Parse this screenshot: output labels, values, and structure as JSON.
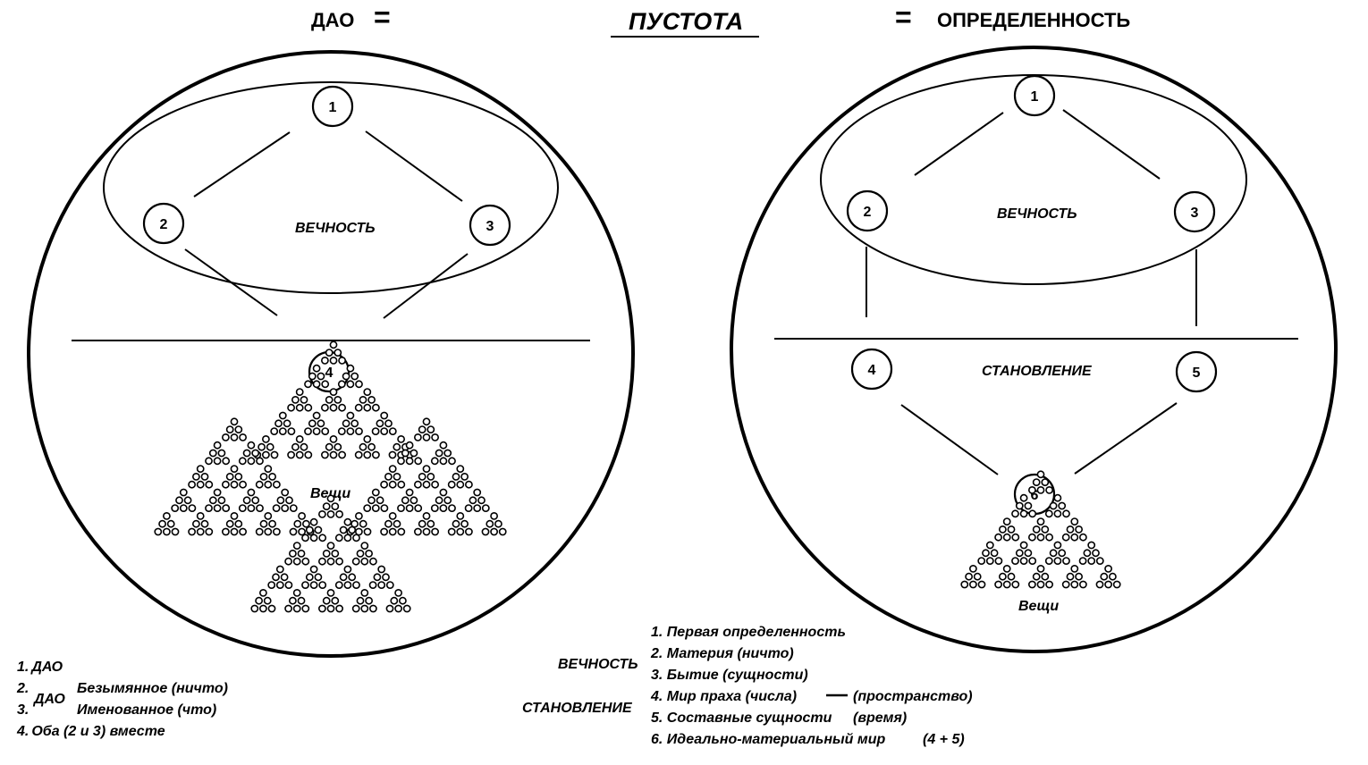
{
  "header": {
    "left": "ДАО",
    "center": "ПУСТОТА",
    "right": "ОПРЕДЕЛЕННОСТЬ",
    "equals_sign": "="
  },
  "left_circle": {
    "region_label": "ВЕЧНОСТЬ",
    "things_label": "Вещи",
    "nodes": [
      "1",
      "2",
      "3",
      "4"
    ]
  },
  "right_circle": {
    "region_label_top": "ВЕЧНОСТЬ",
    "region_label_bottom": "СТАНОВЛЕНИЕ",
    "things_label": "Вещи",
    "nodes": [
      "1",
      "2",
      "3",
      "4",
      "5",
      "6"
    ]
  },
  "left_legend": {
    "group_label": "ДАО",
    "items": [
      {
        "num": "1.",
        "text": "ДАО"
      },
      {
        "num": "2.",
        "text": "Безымянное (ничто)"
      },
      {
        "num": "3.",
        "text": "Именованное (что)"
      },
      {
        "num": "4.",
        "text": "Оба (2 и 3) вместе"
      }
    ]
  },
  "right_legend": {
    "group_top": "ВЕЧНОСТЬ",
    "group_bottom": "СТАНОВЛЕНИЕ",
    "items": [
      {
        "text": "1. Первая определенность"
      },
      {
        "text": "2. Материя (ничто)"
      },
      {
        "text": "3. Бытие (сущности)"
      },
      {
        "text": "4. Мир праха (числа)",
        "extra": "(пространство)"
      },
      {
        "text": "5. Составные сущности",
        "extra": "(время)"
      },
      {
        "text": "6. Идеально-материальный мир",
        "extra": "(4 + 5)"
      }
    ]
  }
}
